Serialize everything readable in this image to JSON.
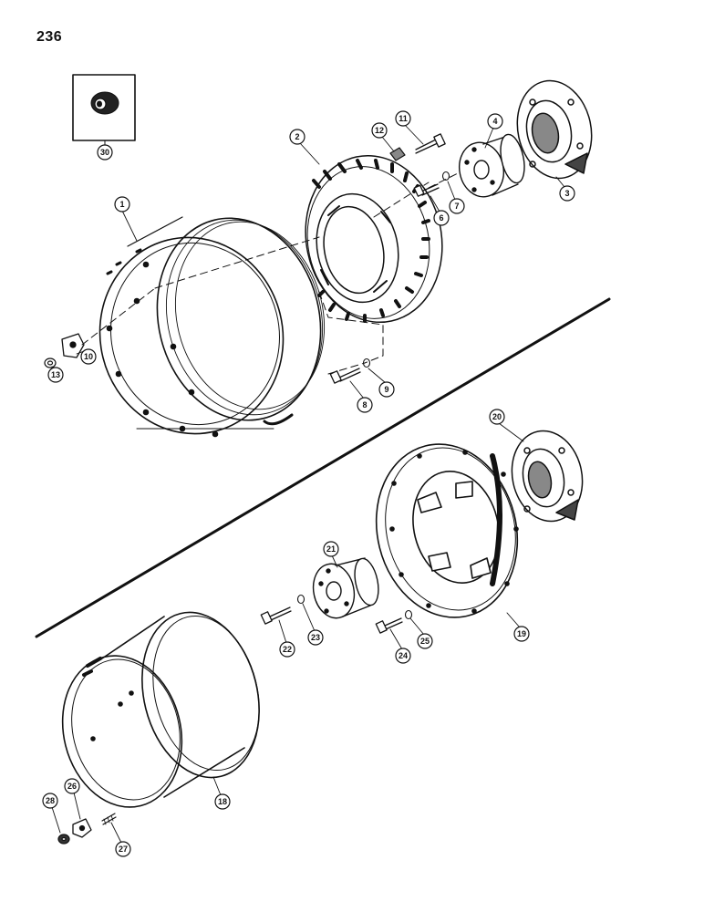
{
  "page_number": "236",
  "callouts": [
    {
      "id": "c1",
      "label": "1"
    },
    {
      "id": "c2",
      "label": "2"
    },
    {
      "id": "c3",
      "label": "3"
    },
    {
      "id": "c4",
      "label": "4"
    },
    {
      "id": "c6",
      "label": "6"
    },
    {
      "id": "c7",
      "label": "7"
    },
    {
      "id": "c8",
      "label": "8"
    },
    {
      "id": "c9",
      "label": "9"
    },
    {
      "id": "c10",
      "label": "10"
    },
    {
      "id": "c11",
      "label": "11"
    },
    {
      "id": "c12",
      "label": "12"
    },
    {
      "id": "c13",
      "label": "13"
    },
    {
      "id": "c18",
      "label": "18"
    },
    {
      "id": "c19",
      "label": "19"
    },
    {
      "id": "c20",
      "label": "20"
    },
    {
      "id": "c21",
      "label": "21"
    },
    {
      "id": "c22",
      "label": "22"
    },
    {
      "id": "c23",
      "label": "23"
    },
    {
      "id": "c24",
      "label": "24"
    },
    {
      "id": "c25",
      "label": "25"
    },
    {
      "id": "c26",
      "label": "26"
    },
    {
      "id": "c27",
      "label": "27"
    },
    {
      "id": "c28",
      "label": "28"
    },
    {
      "id": "c30",
      "label": "30"
    }
  ]
}
